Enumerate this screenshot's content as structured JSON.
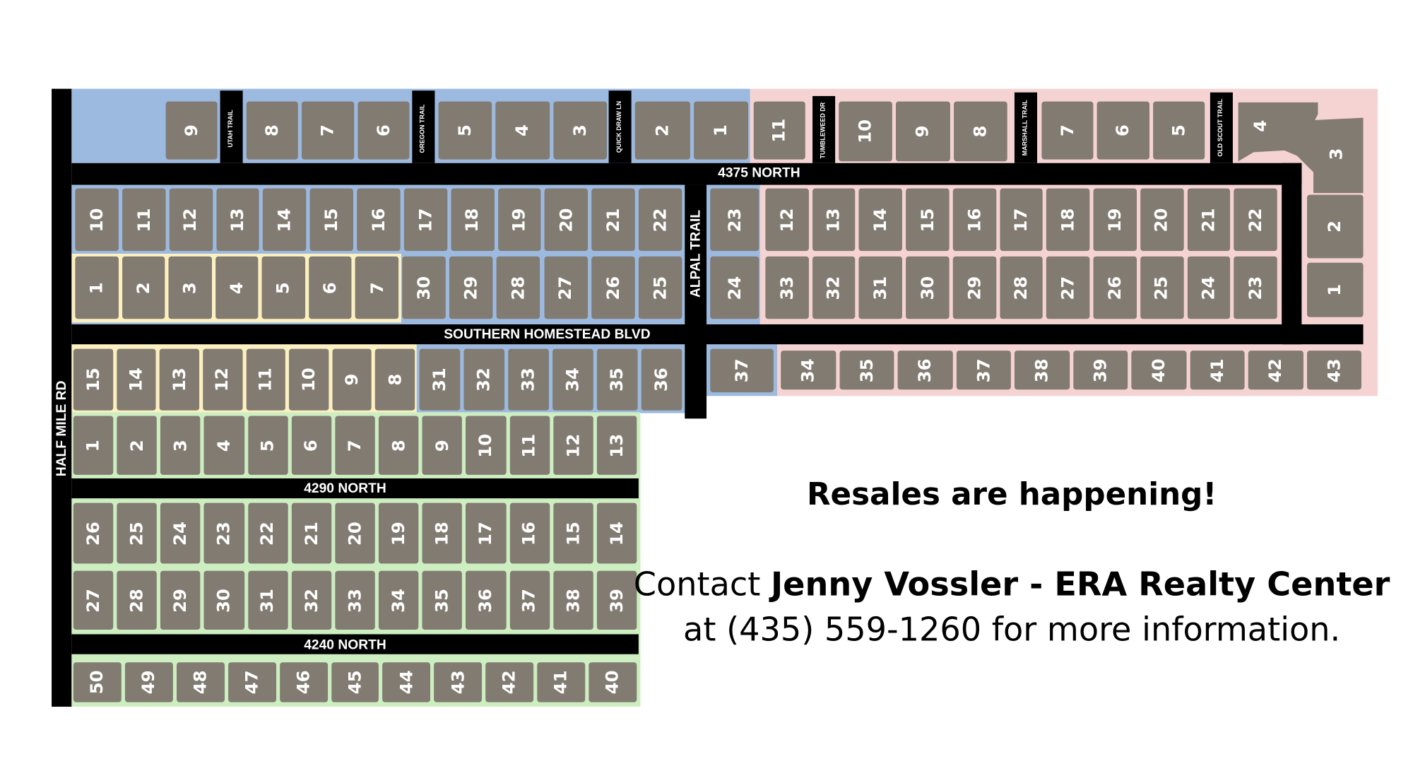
{
  "colors": {
    "phase_blue": "#9cbae0",
    "phase_pink": "#f5d3d3",
    "phase_yellow": "#fdf0c0",
    "phase_green": "#cdeec0",
    "lot": "#827b72",
    "road": "#000000"
  },
  "roads": {
    "r4375": "4375 NORTH",
    "southern": "SOUTHERN HOMESTEAD BLVD",
    "halfmile": "HALF MILE RD",
    "alpal": "ALPAL TRAIL",
    "r4290": "4290 NORTH",
    "r4240": "4240 NORTH",
    "utah": "UTAH TRAIL",
    "oregon": "OREGON TRAIL",
    "quickdraw": "QUICK DRAW LN",
    "tumbleweed": "TUMBLEWEED DR",
    "marshall": "MARSHALL TRAIL",
    "oldscout": "OLD SCOUT TRAIL"
  },
  "lots": {
    "top_a": [
      "9"
    ],
    "top_b": [
      "8",
      "7",
      "6"
    ],
    "top_c": [
      "5",
      "4",
      "3"
    ],
    "top_d": [
      "2",
      "1"
    ],
    "top_e": [
      "11"
    ],
    "top_f": [
      "10",
      "9",
      "8"
    ],
    "top_g": [
      "7",
      "6",
      "5"
    ],
    "top_h": [
      "4"
    ],
    "right_3": [
      "3"
    ],
    "right_2": [
      "2"
    ],
    "right_1": [
      "1"
    ],
    "r2_blue": [
      "10",
      "11",
      "12",
      "13",
      "14",
      "15",
      "16",
      "17",
      "18",
      "19",
      "20",
      "21",
      "22"
    ],
    "r2_23": [
      "23"
    ],
    "r2_pink": [
      "12",
      "13",
      "14",
      "15",
      "16",
      "17",
      "18",
      "19",
      "20",
      "21",
      "22"
    ],
    "r3_yellow": [
      "1",
      "2",
      "3",
      "4",
      "5",
      "6",
      "7"
    ],
    "r3_blue": [
      "30",
      "29",
      "28",
      "27",
      "26",
      "25"
    ],
    "r3_24": [
      "24"
    ],
    "r3_pink": [
      "33",
      "32",
      "31",
      "30",
      "29",
      "28",
      "27",
      "26",
      "25",
      "24",
      "23"
    ],
    "r4_yellow": [
      "15",
      "14",
      "13",
      "12",
      "11",
      "10",
      "9",
      "8"
    ],
    "r4_blue": [
      "31",
      "32",
      "33",
      "34",
      "35",
      "36"
    ],
    "r4_37": [
      "37"
    ],
    "r4_pink": [
      "34",
      "35",
      "36",
      "37",
      "38",
      "39",
      "40",
      "41",
      "42",
      "43"
    ],
    "r5_green": [
      "1",
      "2",
      "3",
      "4",
      "5",
      "6",
      "7",
      "8",
      "9",
      "10",
      "11",
      "12",
      "13"
    ],
    "r6_green": [
      "26",
      "25",
      "24",
      "23",
      "22",
      "21",
      "20",
      "19",
      "18",
      "17",
      "16",
      "15",
      "14"
    ],
    "r7_green": [
      "27",
      "28",
      "29",
      "30",
      "31",
      "32",
      "33",
      "34",
      "35",
      "36",
      "37",
      "38",
      "39"
    ],
    "r8_green": [
      "50",
      "49",
      "48",
      "47",
      "46",
      "45",
      "44",
      "43",
      "42",
      "41",
      "40"
    ]
  },
  "message": {
    "headline": "Resales are happening!",
    "contact_prefix": "Contact ",
    "contact_name": "Jenny Vossler - ERA Realty Center",
    "contact_line2": "at (435) 559-1260 for more information."
  }
}
